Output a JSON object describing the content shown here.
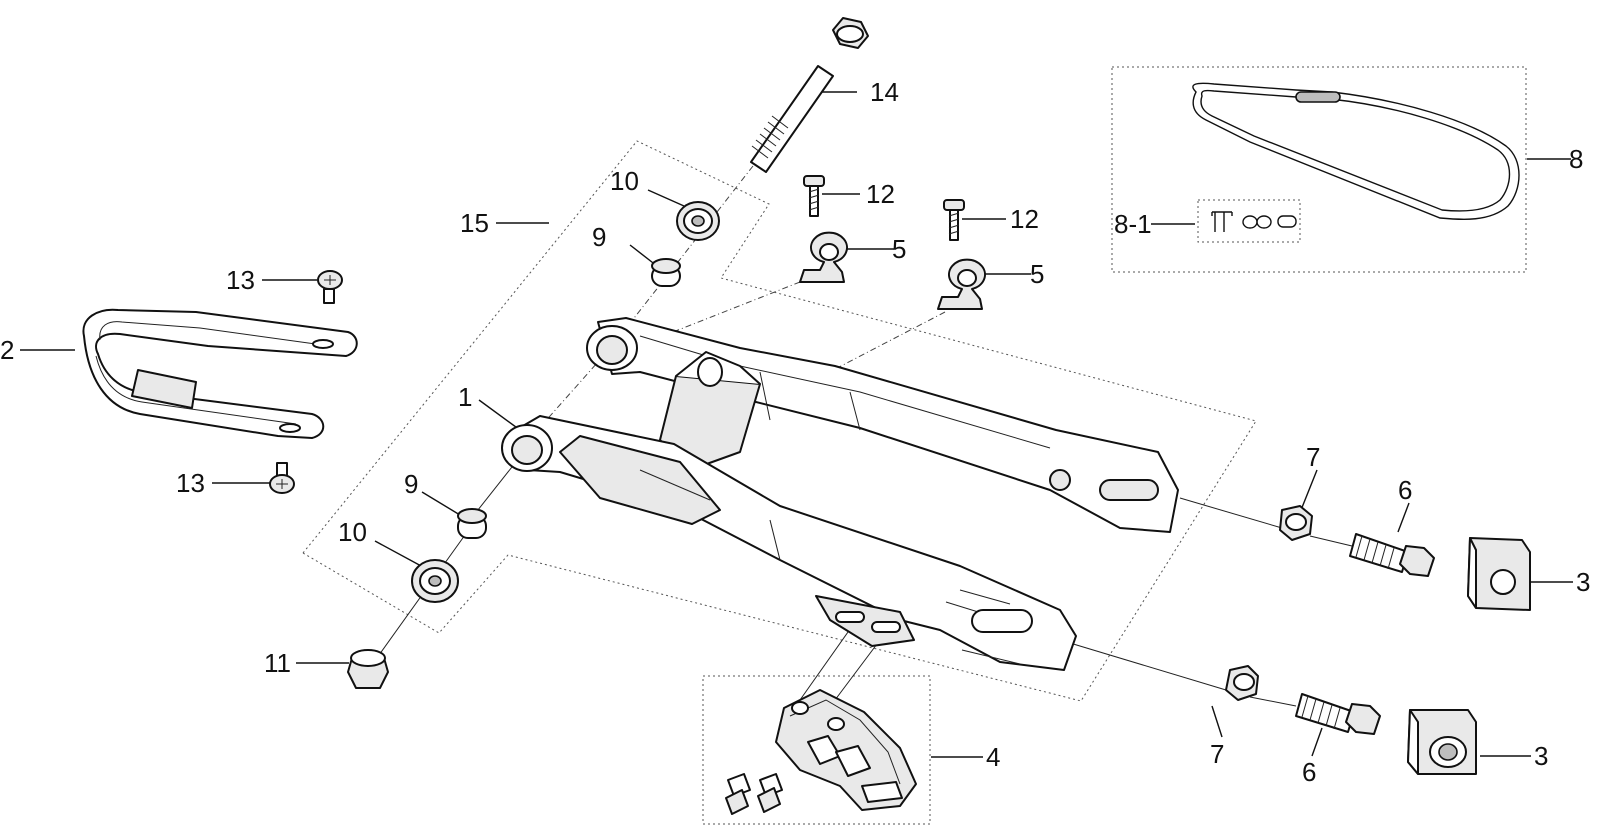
{
  "diagram": {
    "callouts": {
      "c1": "1",
      "c2": "2",
      "c3a": "3",
      "c3b": "3",
      "c4": "4",
      "c5a": "5",
      "c5b": "5",
      "c6a": "6",
      "c6b": "6",
      "c7a": "7",
      "c7b": "7",
      "c8": "8",
      "c8_1": "8-1",
      "c9a": "9",
      "c9b": "9",
      "c10a": "10",
      "c10b": "10",
      "c11": "11",
      "c12a": "12",
      "c12b": "12",
      "c13a": "13",
      "c13b": "13",
      "c14": "14",
      "c15": "15"
    }
  }
}
